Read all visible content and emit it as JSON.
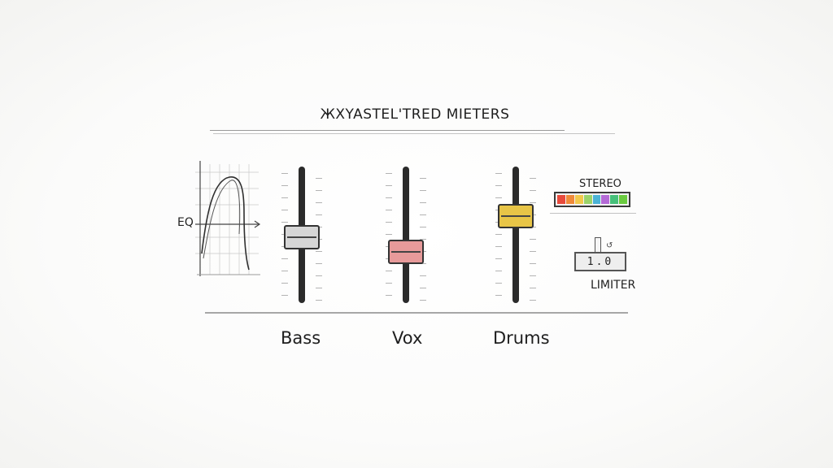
{
  "sketch": {
    "title": "ЖXYASTEL'TRED MIETERS",
    "eq": {
      "label": "EQ",
      "curve_color": "#333333"
    },
    "faders": [
      {
        "name": "Bass",
        "level": 0.48,
        "cap_color": "#d6d6d6"
      },
      {
        "name": "Vox",
        "level": 0.35,
        "cap_color": "#e79a9a"
      },
      {
        "name": "Drums",
        "level": 0.67,
        "cap_color": "#e8c547"
      }
    ],
    "stereo": {
      "label": "STEREO",
      "segment_colors": [
        "#e84a3c",
        "#f08a3a",
        "#f2c94c",
        "#9bd36a",
        "#4bb3d6",
        "#b46ad6",
        "#46c07a",
        "#6acb3f"
      ]
    },
    "limiter": {
      "display": "1.0",
      "ring_glyph": "↺",
      "label": "LIMITER"
    }
  }
}
